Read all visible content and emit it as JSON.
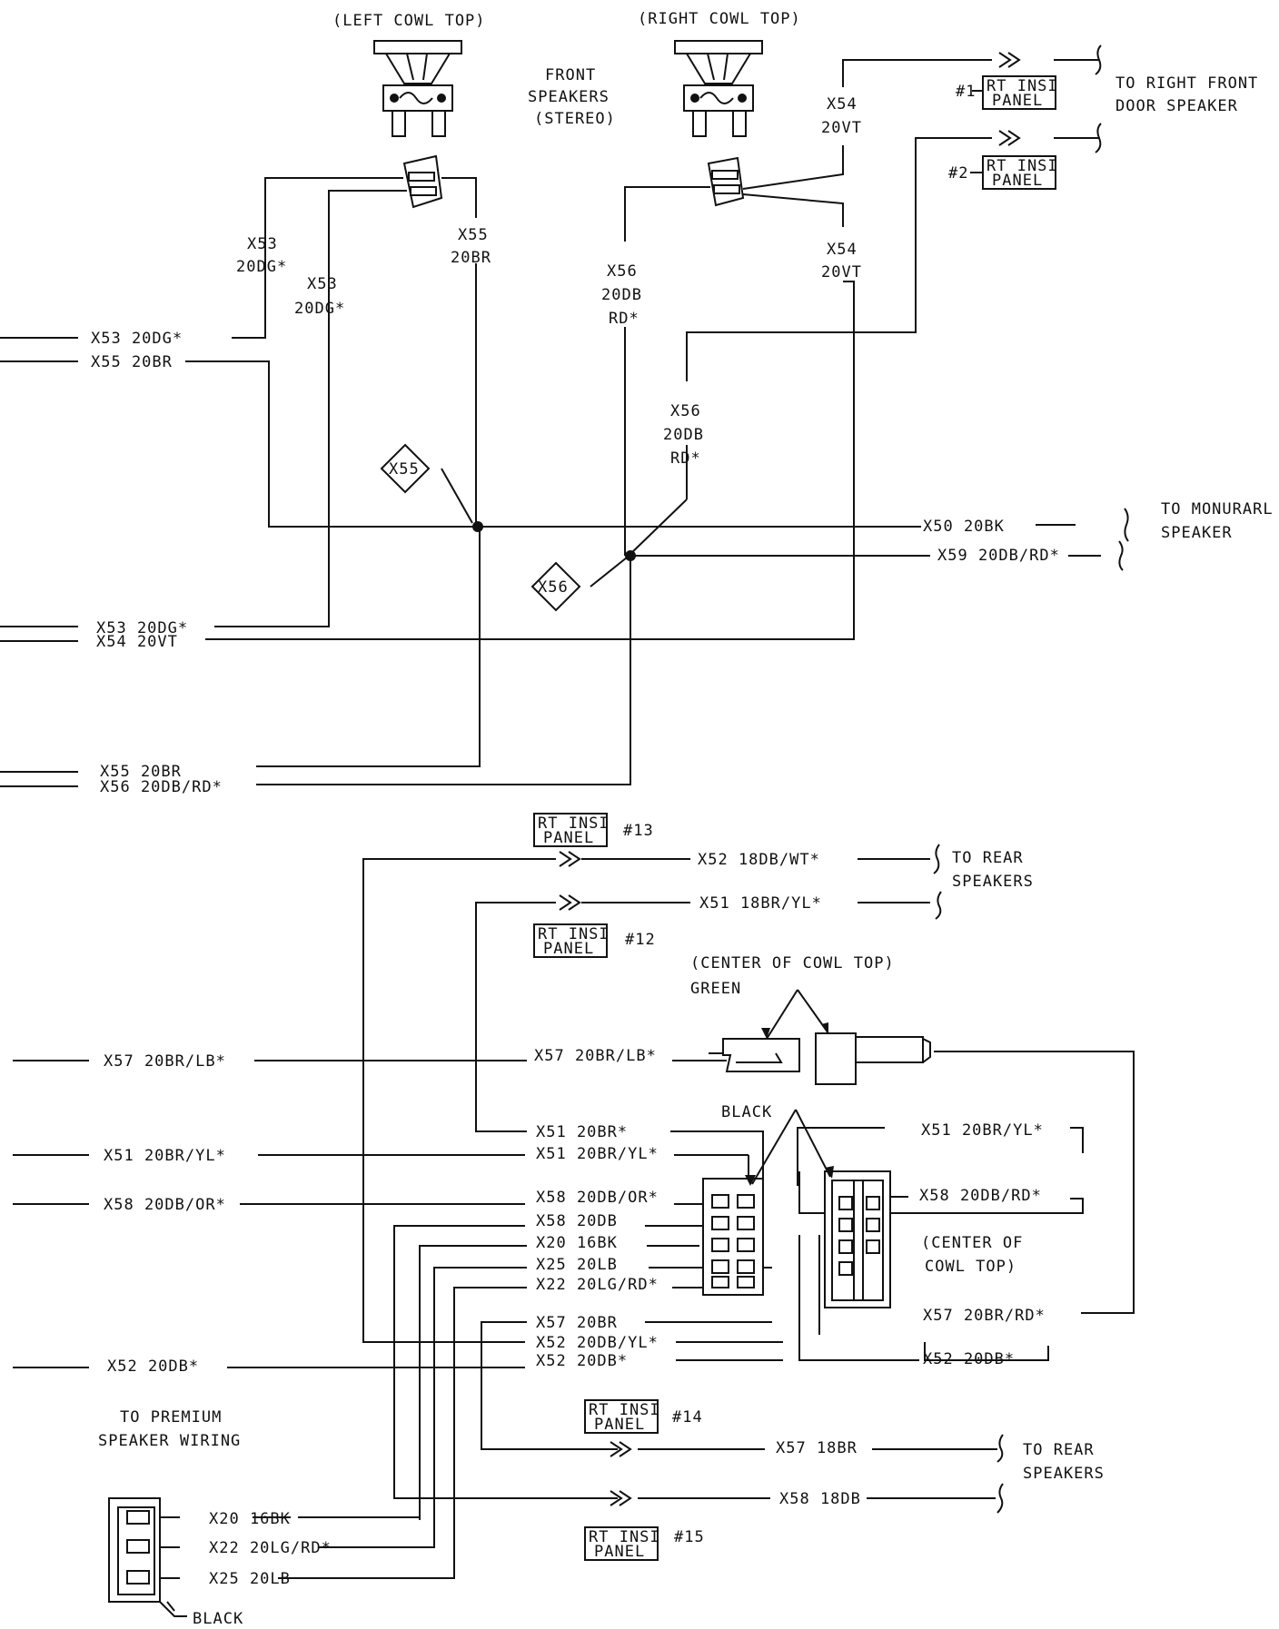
{
  "titles": {
    "left_cowl": "(LEFT COWL TOP)",
    "right_cowl": "(RIGHT COWL TOP)",
    "front_speakers_1": "FRONT",
    "front_speakers_2": "SPEAKERS",
    "front_speakers_3": "(STEREO)",
    "to_right_front_1": "TO RIGHT FRONT",
    "to_right_front_2": "DOOR SPEAKER",
    "to_monaural_1": "TO MONURARL",
    "to_monaural_2": "SPEAKER",
    "to_rear_1a": "TO REAR",
    "to_rear_1b": "SPEAKERS",
    "to_rear_2a": "TO REAR",
    "to_rear_2b": "SPEAKERS",
    "center_cowl_top": "(CENTER OF COWL TOP)",
    "green": "GREEN",
    "black_top": "BLACK",
    "center_of_1": "(CENTER OF",
    "center_of_2": "COWL TOP)",
    "premium_1": "TO PREMIUM",
    "premium_2": "SPEAKER WIRING",
    "black_bottom": "BLACK"
  },
  "splices": {
    "x55": "X55",
    "x56": "X56"
  },
  "panels": {
    "p1": {
      "line1": "RT INSI",
      "line2": "PANEL",
      "num": "#1"
    },
    "p2": {
      "line1": "RT INSI",
      "line2": "PANEL",
      "num": "#2"
    },
    "p13": {
      "line1": "RT INSI",
      "line2": "PANEL",
      "num": "#13"
    },
    "p12": {
      "line1": "RT INSI",
      "line2": "PANEL",
      "num": "#12"
    },
    "p14": {
      "line1": "RT INSI",
      "line2": "PANEL",
      "num": "#14"
    },
    "p15": {
      "line1": "RT INSI",
      "line2": "PANEL",
      "num": "#15"
    }
  },
  "wires": {
    "v_x53a": "X53",
    "v_x53a_g": "20DG*",
    "v_x53b": "X53",
    "v_x53b_g": "20DG*",
    "v_x55": "X55",
    "v_x55_g": "20BR",
    "v_x56a": "X56",
    "v_x56a_g": "20DB",
    "v_x56a_c": "RD*",
    "v_x54a": "X54",
    "v_x54a_g": "20VT",
    "v_x54b": "X54",
    "v_x54b_g": "20VT",
    "v_x56b": "X56",
    "v_x56b_g": "20DB",
    "v_x56b_c": "RD*",
    "l_x53_1": "X53 20DG*",
    "l_x55_1": "X55 20BR",
    "l_x50": "X50 20BK",
    "l_x59": "X59 20DB/RD*",
    "l_x53_2": "X53 20DG*",
    "l_x54": "X54 20VT",
    "l_x55_2": "X55 20BR",
    "l_x56": "X56 20DB/RD*",
    "l_x52_top": "X52 18DB/WT*",
    "l_x51_top": "X51 18BR/YL*",
    "l_x57_left": "X57 20BR/LB*",
    "l_x57_mid": "X57 20BR/LB*",
    "l_x51_a": "X51 20BR*",
    "l_x51_left": "X51 20BR/YL*",
    "l_x51_b": "X51 20BR/YL*",
    "l_x51_right": "X51 20BR/YL*",
    "l_x58_left": "X58 20DB/OR*",
    "l_x58_a": "X58 20DB/OR*",
    "l_x58_b": "X58 20DB",
    "l_x58_right": "X58 20DB/RD*",
    "l_x20": "X20 16BK",
    "l_x25": "X25 20LB",
    "l_x22": "X22 20LG/RD*",
    "l_x57_a": "X57 20BR",
    "l_x57_right": "X57 20BR/RD*",
    "l_x52_a": "X52 20DB/YL*",
    "l_x52_left": "X52 20DB*",
    "l_x52_b": "X52 20DB*",
    "l_x52_right": "X52 20DB*",
    "l_x57_rear": "X57 18BR",
    "l_x58_rear": "X58 18DB",
    "p_x20": "X20 16BK",
    "p_x22": "X22 20LG/RD*",
    "p_x25": "X25 20LB"
  }
}
